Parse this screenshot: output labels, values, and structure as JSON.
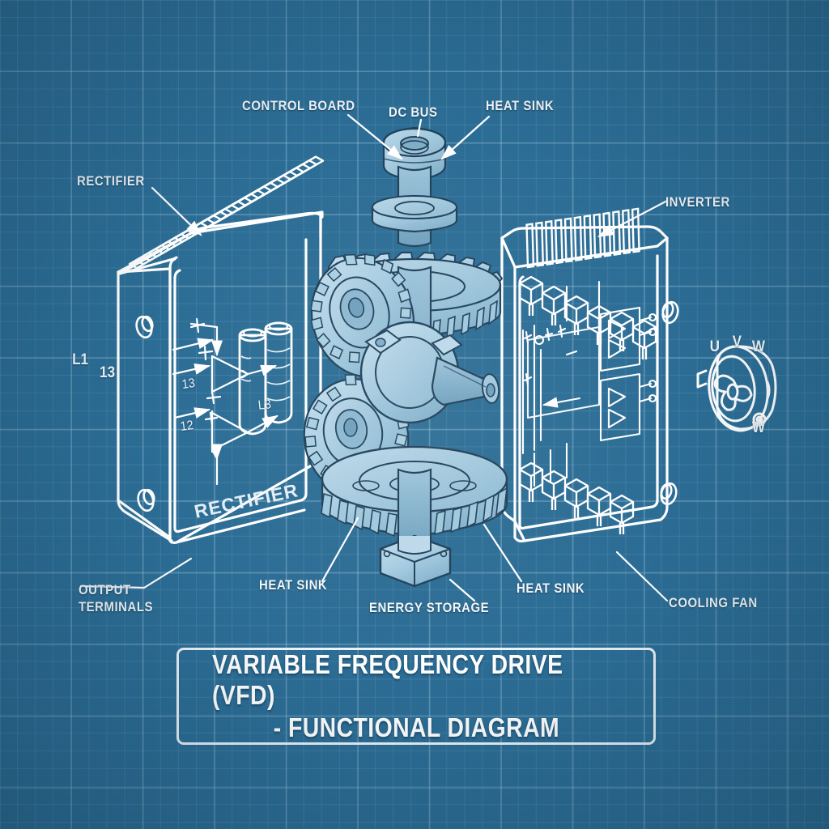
{
  "diagram": {
    "title_line1": "VARIABLE FREQUENCY DRIVE (VFD)",
    "title_line2": "- FUNCTIONAL DIAGRAM",
    "background_color": "#2c6d95",
    "grid_color": "#5a93b4",
    "line_color": "#ffffff",
    "part_fill_color": "#a9cfe2"
  },
  "callouts": [
    {
      "id": "rectifier",
      "label": "RECTIFIER"
    },
    {
      "id": "control-board",
      "label": "CONTROL BOARD"
    },
    {
      "id": "dc-bus",
      "label": "DC BUS"
    },
    {
      "id": "heat-sink-top",
      "label": "HEAT SINK"
    },
    {
      "id": "inverter",
      "label": "INVERTER"
    },
    {
      "id": "output-terminals",
      "label": "OUTPUT\nTERMINALS"
    },
    {
      "id": "heat-sink-left",
      "label": "HEAT SINK"
    },
    {
      "id": "energy-storage",
      "label": "ENERGY STORAGE"
    },
    {
      "id": "heat-sink-right",
      "label": "HEAT SINK"
    },
    {
      "id": "cooling-fan",
      "label": "COOLING FAN"
    }
  ],
  "panel_labels": {
    "rectifier_body_text": "RECTIFIER"
  },
  "terminals": {
    "input": [
      {
        "id": "l1",
        "label": "L1"
      },
      {
        "id": "l3",
        "label": "13"
      }
    ],
    "schematic_marks": [
      {
        "id": "mark-13",
        "label": "13"
      },
      {
        "id": "mark-12",
        "label": "12"
      },
      {
        "id": "mark-l3",
        "label": "L3"
      }
    ],
    "output": [
      {
        "id": "u",
        "label": "U"
      },
      {
        "id": "v",
        "label": "V"
      },
      {
        "id": "w",
        "label": "W"
      },
      {
        "id": "w2",
        "label": "W"
      }
    ]
  }
}
